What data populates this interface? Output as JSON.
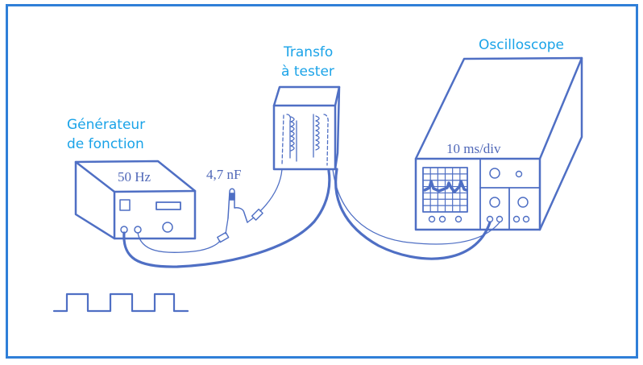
{
  "labels": {
    "generator": [
      "Générateur",
      "de fonction"
    ],
    "transformer": [
      "Transfo",
      "à tester"
    ],
    "oscilloscope": "Oscilloscope"
  },
  "generator": {
    "frequency": "50 Hz"
  },
  "capacitor": {
    "value": "4,7 nF"
  },
  "oscilloscope": {
    "timebase": "10 ms/div"
  },
  "signal": {
    "waveform": "square",
    "periods_shown": 3
  },
  "colors": {
    "label": "#1aa3e8",
    "ink": "#4f6fc4",
    "frame": "#2f7fd8"
  }
}
